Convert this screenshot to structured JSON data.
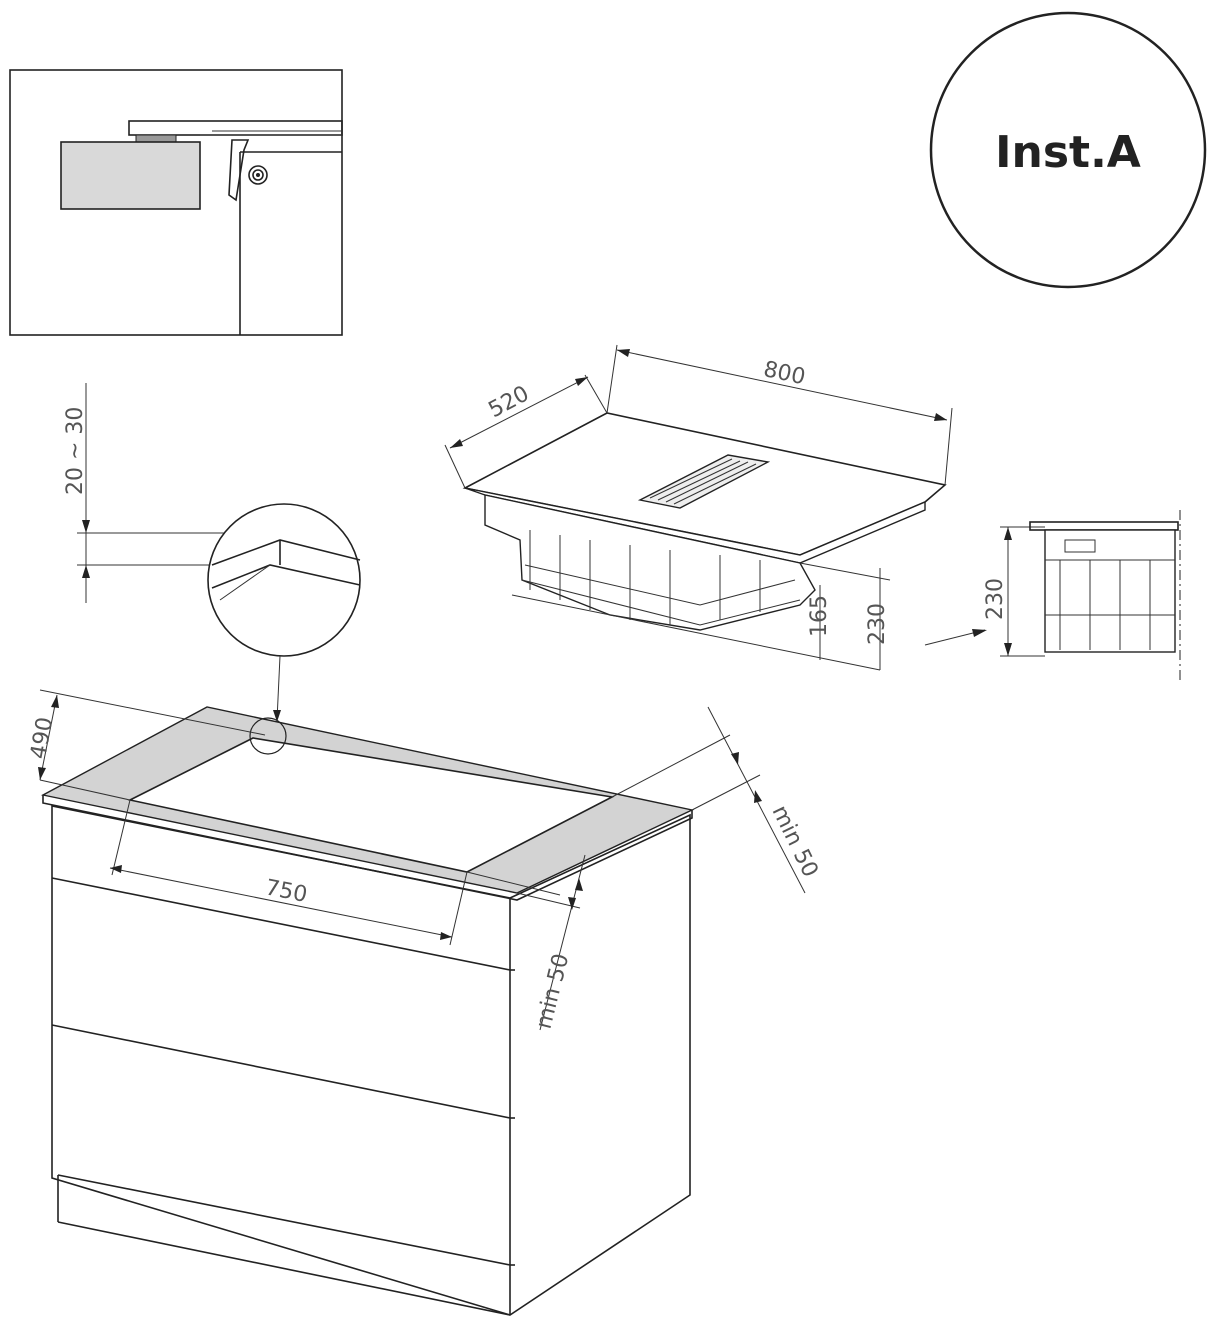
{
  "badge": {
    "label": "Inst.A"
  },
  "dimensions": {
    "hob_width": "800",
    "hob_depth": "520",
    "hob_body_depth_front": "165",
    "hob_body_depth_rear": "230",
    "side_view_depth": "230",
    "worktop_thickness": "20 ~ 30",
    "cutout_depth": "490",
    "cutout_width": "750",
    "min_rear_clearance": "min 50",
    "min_side_clearance": "min 50"
  },
  "colors": {
    "line": "#222222",
    "worktop_fill": "#d3d3d3",
    "background": "#ffffff"
  }
}
